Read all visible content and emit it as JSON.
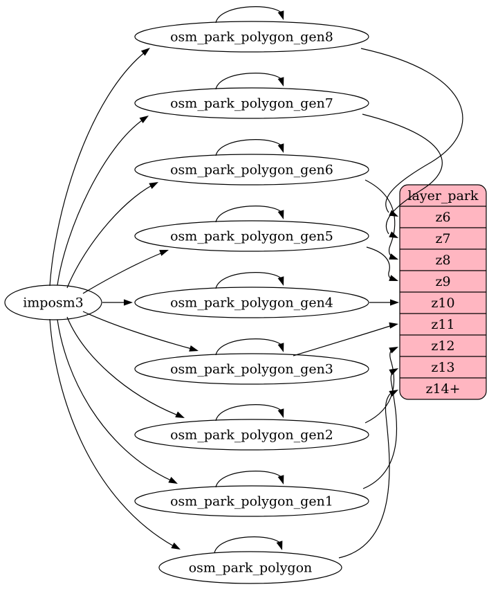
{
  "diagram": {
    "background": "#ffffff",
    "stroke_color": "#000000",
    "text_color": "#000000",
    "node_fill": "#ffffff",
    "source": {
      "id": "imposm3",
      "label": "imposm3"
    },
    "tables": [
      {
        "id": "gen8",
        "label": "osm_park_polygon_gen8"
      },
      {
        "id": "gen7",
        "label": "osm_park_polygon_gen7"
      },
      {
        "id": "gen6",
        "label": "osm_park_polygon_gen6"
      },
      {
        "id": "gen5",
        "label": "osm_park_polygon_gen5"
      },
      {
        "id": "gen4",
        "label": "osm_park_polygon_gen4"
      },
      {
        "id": "gen3",
        "label": "osm_park_polygon_gen3"
      },
      {
        "id": "gen2",
        "label": "osm_park_polygon_gen2"
      },
      {
        "id": "gen1",
        "label": "osm_park_polygon_gen1"
      },
      {
        "id": "base",
        "label": "osm_park_polygon"
      }
    ],
    "layer_table": {
      "id": "layer_park",
      "title": "layer_park",
      "fill": "#ffb6c1",
      "rows": [
        "z6",
        "z7",
        "z8",
        "z9",
        "z10",
        "z11",
        "z12",
        "z13",
        "z14+"
      ]
    },
    "edges": [
      {
        "from": "imposm3",
        "to": "gen8"
      },
      {
        "from": "imposm3",
        "to": "gen7"
      },
      {
        "from": "imposm3",
        "to": "gen6"
      },
      {
        "from": "imposm3",
        "to": "gen5"
      },
      {
        "from": "imposm3",
        "to": "gen4"
      },
      {
        "from": "imposm3",
        "to": "gen3"
      },
      {
        "from": "imposm3",
        "to": "gen2"
      },
      {
        "from": "imposm3",
        "to": "gen1"
      },
      {
        "from": "imposm3",
        "to": "base"
      },
      {
        "from": "gen8",
        "to": "gen8"
      },
      {
        "from": "gen7",
        "to": "gen7"
      },
      {
        "from": "gen6",
        "to": "gen6"
      },
      {
        "from": "gen5",
        "to": "gen5"
      },
      {
        "from": "gen4",
        "to": "gen4"
      },
      {
        "from": "gen3",
        "to": "gen3"
      },
      {
        "from": "gen2",
        "to": "gen2"
      },
      {
        "from": "gen1",
        "to": "gen1"
      },
      {
        "from": "base",
        "to": "base"
      },
      {
        "from": "gen8",
        "to": "z6"
      },
      {
        "from": "gen7",
        "to": "z7"
      },
      {
        "from": "gen6",
        "to": "z8"
      },
      {
        "from": "gen5",
        "to": "z9"
      },
      {
        "from": "gen4",
        "to": "z10"
      },
      {
        "from": "gen3",
        "to": "z11"
      },
      {
        "from": "gen2",
        "to": "z12"
      },
      {
        "from": "gen1",
        "to": "z13"
      },
      {
        "from": "base",
        "to": "z14+"
      }
    ]
  }
}
